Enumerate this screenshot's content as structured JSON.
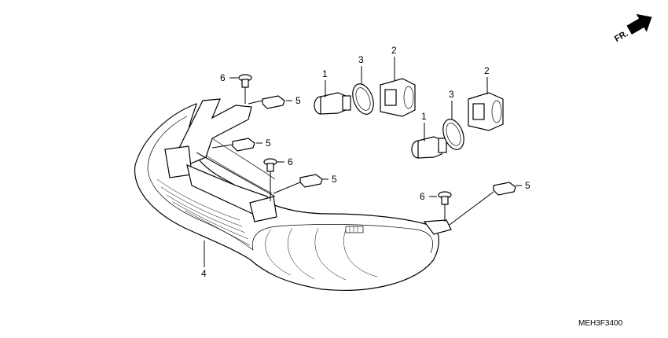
{
  "diagram": {
    "callouts": [
      {
        "id": "c1a",
        "text": "1"
      },
      {
        "id": "c1b",
        "text": "1"
      },
      {
        "id": "c2a",
        "text": "2"
      },
      {
        "id": "c2b",
        "text": "2"
      },
      {
        "id": "c3a",
        "text": "3"
      },
      {
        "id": "c3b",
        "text": "3"
      },
      {
        "id": "c4",
        "text": "4"
      },
      {
        "id": "c5a",
        "text": "5"
      },
      {
        "id": "c5b",
        "text": "5"
      },
      {
        "id": "c5c",
        "text": "5"
      },
      {
        "id": "c5d",
        "text": "5"
      },
      {
        "id": "c6a",
        "text": "6"
      },
      {
        "id": "c6b",
        "text": "6"
      },
      {
        "id": "c6c",
        "text": "6"
      }
    ],
    "direction_label": "FR.",
    "drawing_code": "MEH3F3400"
  }
}
